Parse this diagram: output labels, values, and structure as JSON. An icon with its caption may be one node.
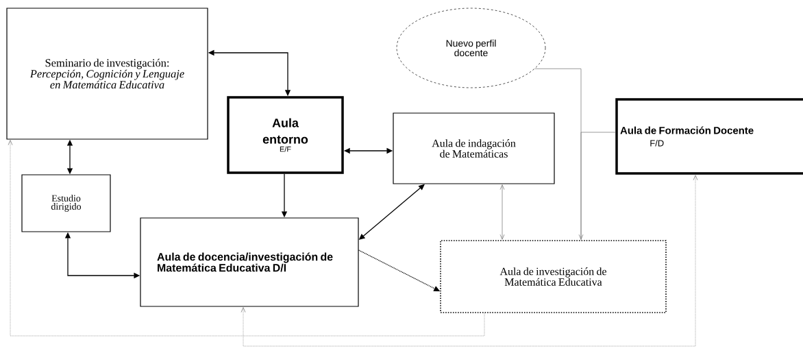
{
  "diagram": {
    "nodes": [
      {
        "text": [
          "Seminario de investigación: *Percepción, Cognición y Lenguaje en Matemática Educativa*"
        ]
      },
      {
        "text": [
          "Aula entorno",
          "E/F"
        ]
      },
      {
        "text": [
          "Aula de indagación de Matemáticas"
        ]
      },
      {
        "text": [
          "Nuevo perfil docente"
        ]
      },
      {
        "text": [
          "Aula de Formación Docente",
          "F/D"
        ]
      },
      {
        "text": [
          "Estudio dirigido"
        ]
      },
      {
        "text": [
          "Aula de docencia/investigación de Matemática Educativa D/I"
        ]
      },
      {
        "text": [
          "Aula de investigación de Matemática Educativa"
        ]
      }
    ],
    "edges": [
      {
        "from": 0,
        "to": 1,
        "arrow": "both"
      },
      {
        "from": 0,
        "to": 5,
        "arrow": "both"
      },
      {
        "from": 1,
        "to": 2,
        "arrow": "both"
      },
      {
        "from": 1,
        "to": 6,
        "arrow": "to"
      },
      {
        "from": 2,
        "to": 6,
        "arrow": "both"
      },
      {
        "from": 5,
        "to": 6,
        "arrow": "both"
      },
      {
        "from": 2,
        "to": 7,
        "arrow": "both",
        "color": "#808080"
      },
      {
        "from": 3,
        "to": 7,
        "arrow": "none",
        "color": "#808080"
      },
      {
        "from": 4,
        "to": 7,
        "arrow": "to",
        "color": "#808080"
      },
      {
        "from": 6,
        "to": 7,
        "arrow": "to",
        "style": "dashed"
      },
      {
        "from": 7,
        "to": 0,
        "arrow": "to",
        "style": "dashed",
        "color": "#808080"
      },
      {
        "from": 6,
        "to": 4,
        "arrow": "both",
        "style": "dashed",
        "color": "#808080"
      }
    ]
  }
}
